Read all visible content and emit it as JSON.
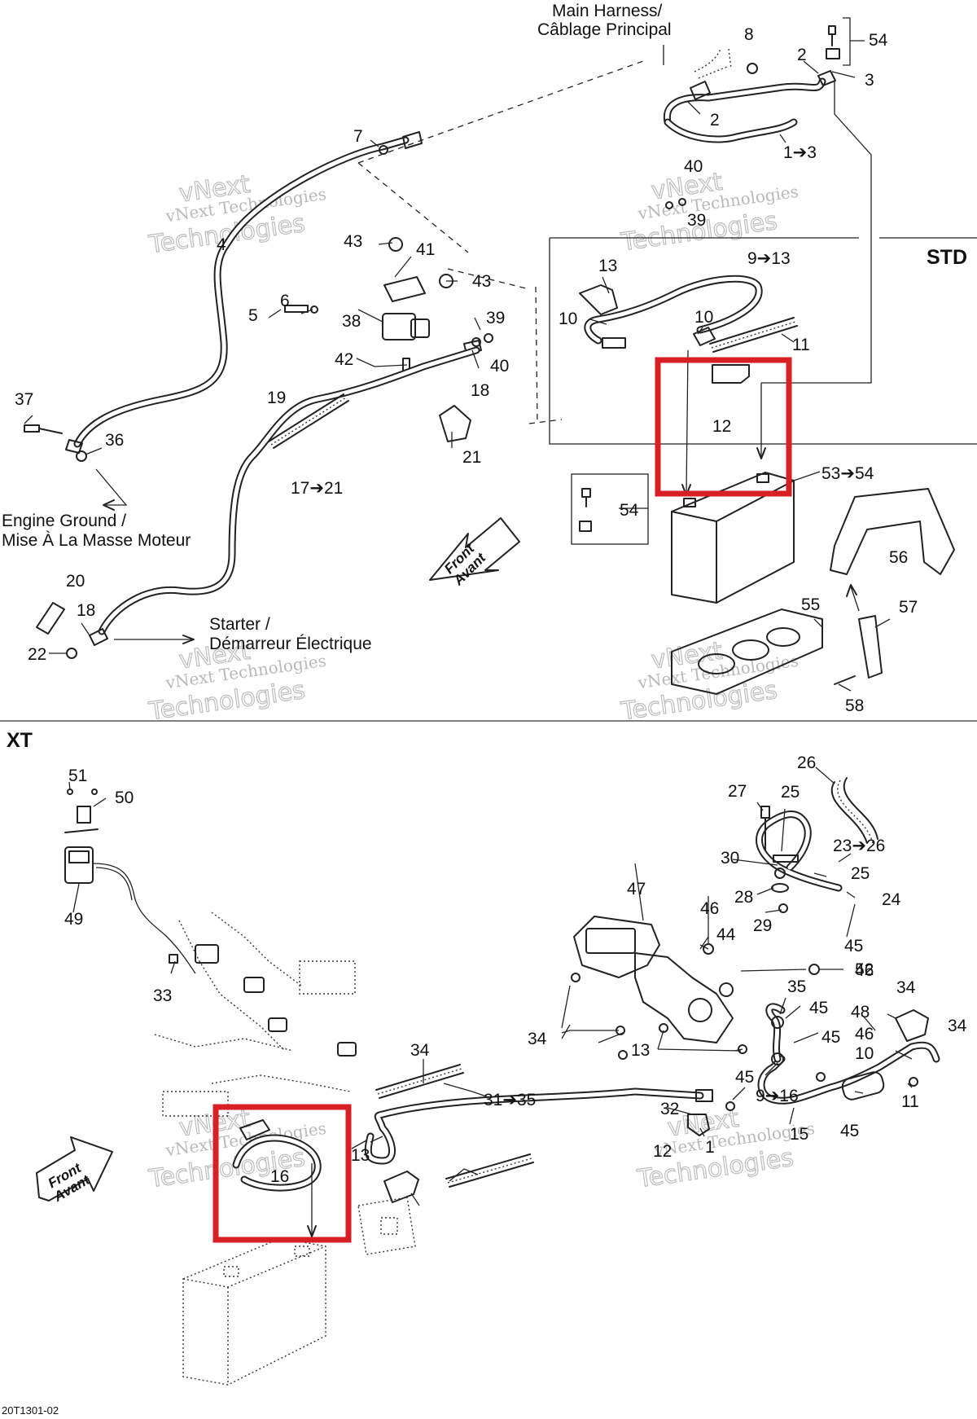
{
  "sections": {
    "std": "STD",
    "xt": "XT"
  },
  "notes": {
    "main_harness": [
      "Main Harness/",
      "Câblage Principal"
    ],
    "engine_ground": [
      "Engine Ground /",
      "Mise À La Masse Moteur"
    ],
    "starter": [
      "Starter /",
      "Démarreur Électrique"
    ],
    "front": [
      "Front",
      "Avant"
    ]
  },
  "watermark": {
    "line1": "vNext Technologies",
    "line2": "vNext",
    "line3": "Technologies"
  },
  "figure_code": "20T1301-02",
  "highlight_color": "#d81f26",
  "callouts": [
    {
      "t": "8"
    },
    {
      "t": "54"
    },
    {
      "t": "2"
    },
    {
      "t": "3"
    },
    {
      "t": "2"
    },
    {
      "t": "1➔3"
    },
    {
      "t": "7"
    },
    {
      "t": "40"
    },
    {
      "t": "39"
    },
    {
      "t": "4"
    },
    {
      "t": "43"
    },
    {
      "t": "41"
    },
    {
      "t": "43"
    },
    {
      "t": "13"
    },
    {
      "t": "9➔13"
    },
    {
      "t": "6"
    },
    {
      "t": "5"
    },
    {
      "t": "38"
    },
    {
      "t": "39"
    },
    {
      "t": "10"
    },
    {
      "t": "10"
    },
    {
      "t": "11"
    },
    {
      "t": "42"
    },
    {
      "t": "40"
    },
    {
      "t": "18"
    },
    {
      "t": "37"
    },
    {
      "t": "19"
    },
    {
      "t": "12"
    },
    {
      "t": "36"
    },
    {
      "t": "21"
    },
    {
      "t": "53➔54"
    },
    {
      "t": "17➔21"
    },
    {
      "t": "54"
    },
    {
      "t": "56"
    },
    {
      "t": "20"
    },
    {
      "t": "55"
    },
    {
      "t": "57"
    },
    {
      "t": "18"
    },
    {
      "t": "22"
    },
    {
      "t": "58"
    },
    {
      "t": "26"
    },
    {
      "t": "51"
    },
    {
      "t": "27"
    },
    {
      "t": "25"
    },
    {
      "t": "50"
    },
    {
      "t": "23➔26"
    },
    {
      "t": "30"
    },
    {
      "t": "25"
    },
    {
      "t": "47"
    },
    {
      "t": "28"
    },
    {
      "t": "24"
    },
    {
      "t": "29"
    },
    {
      "t": "46"
    },
    {
      "t": "44"
    },
    {
      "t": "49"
    },
    {
      "t": "45"
    },
    {
      "t": "46"
    },
    {
      "t": "52"
    },
    {
      "t": "33"
    },
    {
      "t": "35"
    },
    {
      "t": "34"
    },
    {
      "t": "45"
    },
    {
      "t": "48"
    },
    {
      "t": "45"
    },
    {
      "t": "34"
    },
    {
      "t": "46"
    },
    {
      "t": "34"
    },
    {
      "t": "13"
    },
    {
      "t": "10"
    },
    {
      "t": "34"
    },
    {
      "t": "45"
    },
    {
      "t": "9➔16"
    },
    {
      "t": "11"
    },
    {
      "t": "31➔35"
    },
    {
      "t": "32"
    },
    {
      "t": "45"
    },
    {
      "t": "15"
    },
    {
      "t": "1"
    },
    {
      "t": "12"
    },
    {
      "t": "13"
    },
    {
      "t": "16"
    }
  ]
}
